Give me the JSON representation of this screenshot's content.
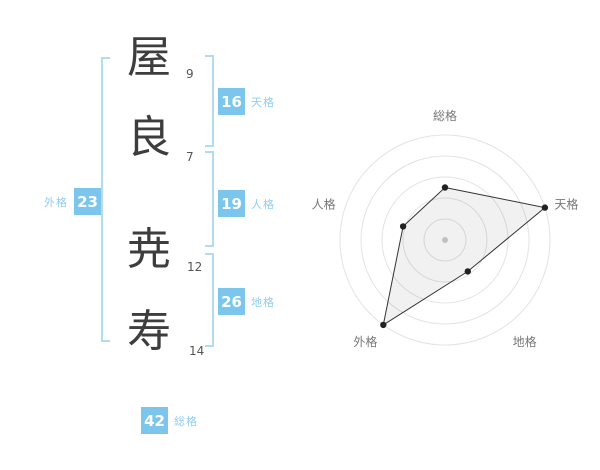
{
  "name": {
    "chars": [
      {
        "char": "屋",
        "strokes": "9",
        "group": "surname"
      },
      {
        "char": "良",
        "strokes": "7",
        "group": "surname"
      },
      {
        "char": "尭",
        "strokes": "12",
        "group": "given"
      },
      {
        "char": "寿",
        "strokes": "14",
        "group": "given"
      }
    ]
  },
  "kaku": {
    "tenkaku": {
      "label": "天格",
      "value": "16"
    },
    "jinkaku": {
      "label": "人格",
      "value": "19"
    },
    "chikaku": {
      "label": "地格",
      "value": "26"
    },
    "gaikaku": {
      "label": "外格",
      "value": "23"
    },
    "soukaku": {
      "label": "総格",
      "value": "42"
    }
  },
  "colors": {
    "accent_badge": "#7cc6ee",
    "accent_label_text": "#8fcef2",
    "badge_text": "#ffffff",
    "bracket": "#b3dcf3",
    "name_text": "#3d3d3d",
    "stroke_text": "#555555",
    "chart_grid": "#e3e3e3",
    "chart_axis_label": "#777777",
    "chart_fill": "rgba(0,0,0,0.055)",
    "chart_stroke": "#333333",
    "chart_point": "#222222",
    "chart_center_dot": "#cccccc"
  },
  "chart_data": {
    "type": "radar",
    "title": "",
    "categories": [
      "総格",
      "天格",
      "地格",
      "外格",
      "人格"
    ],
    "values": [
      50,
      100,
      37,
      100,
      42
    ],
    "max": 100,
    "rings": 5,
    "grid": "concentric-circles",
    "legend": "none"
  }
}
